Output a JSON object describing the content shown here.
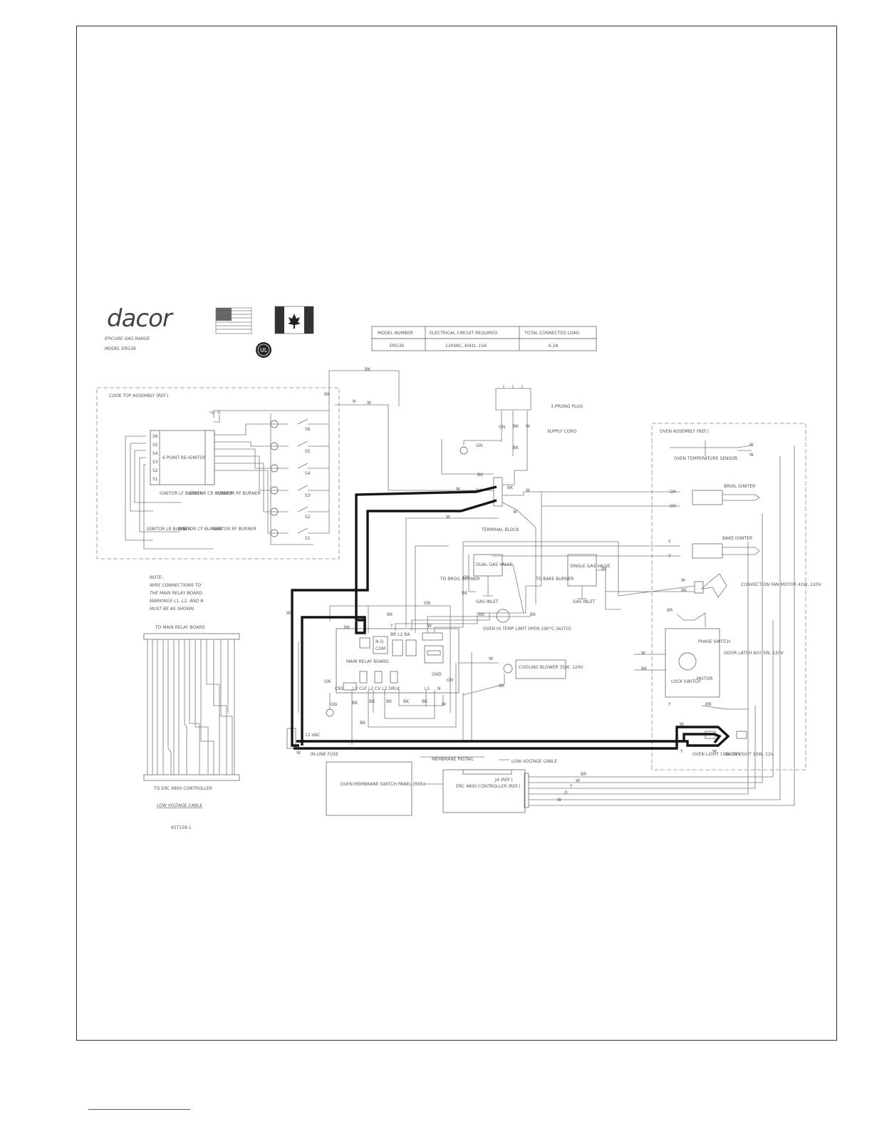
{
  "header": {
    "brand": "dacor",
    "product_line": "EPICURE GAS RANGE",
    "model_line": "MODEL ERG36"
  },
  "spec_table": {
    "headers": [
      "MODEL NUMBER",
      "ELECTRICAL CIRCUIT REQUIRED",
      "TOTAL CONNECTED LOAD"
    ],
    "row": [
      "ERG36",
      "120VAC, 60Hz, 15A",
      "6.2A"
    ]
  },
  "cooktop": {
    "title": "COOK TOP ASSEMBLY (REF.)",
    "reignitor": "6 POINT RE-IGNITOR",
    "igniters": [
      "IGNITOR LF BURNER",
      "IGNITOR CR BURNER",
      "IGNITOR RF BURNER",
      "IGNITOR LR BURNER",
      "IGNITOR CF BURNER",
      "IGNITOR RF BURNER"
    ],
    "switches": [
      "S6",
      "S5",
      "S4",
      "S3",
      "S2",
      "S1"
    ],
    "terminals": [
      "S6",
      "S5",
      "S4",
      "S3",
      "S2",
      "S1"
    ]
  },
  "power": {
    "plug": "3-PRONG PLUG",
    "cord": "SUPPLY CORD",
    "terminal_block": "TERMINAL BLOCK"
  },
  "note": {
    "lines": [
      "NOTE:",
      "WIRE CONNECTIONS TO",
      "THE MAIN RELAY BOARD",
      "MARKINGS L1, L2, AND N",
      "MUST BE AS SHOWN."
    ]
  },
  "relay_harness": {
    "top_label": "TO MAIN RELAY BOARD",
    "bottom_label": "TO ERC 4800 CONTROLLER",
    "cable_title": "LOW VOLTAGE CABLE",
    "drawing_no": "65T158-1"
  },
  "components": {
    "main_relay_board": "MAIN RELAY BOARD",
    "dual_gas_valve": "DUAL GAS VALVE",
    "single_gas_valve": "SINGLE GAS VALVE",
    "to_broil_burner": "TO BROIL BURNER",
    "to_bake_burner": "TO BAKE BURNER",
    "gas_inlet": "GAS INLET",
    "hi_limit": "OVEN HI TEMP LIMIT OPEN 290°C (AUTO)",
    "cooling_blower": "COOLING BLOWER 35W, 120V",
    "in_line_fuse": "IN-LINE FUSE",
    "membrane_panel": "OVEN MEMBRANE SWITCH PANEL (REF.)",
    "membrane_pigtail": "MEMBRANE PIGTAIL",
    "low_voltage_cable": "LOW VOLTAGE CABLE",
    "erc_controller": "ERC 4800 CONTROLLER (REF.)",
    "j4": "J4 (REF.)"
  },
  "oven": {
    "title": "OVEN ASSEMBLY (REF.)",
    "temp_sensor": "OVEN TEMPERATURE SENSOR",
    "broil_igniter": "BROIL IGNITER",
    "bake_igniter": "BAKE IGNITER",
    "convection_fan": "CONVECTION FAN MOTOR 41W, 120V",
    "phase_switch": "PHASE SWITCH",
    "door_latch": "DOOR LATCH ASY 3W, 120V",
    "lock_switch": "LOCK SWITCH",
    "motor": "MOTOR",
    "oven_light_1": "OVEN LIGHT 10W, 12V",
    "oven_light_2": "OVEN LIGHT 10W, 12V"
  },
  "colors": {
    "heavy_wire": "#151515",
    "thin_wire": "#777777",
    "link": "#3b5bd6"
  }
}
